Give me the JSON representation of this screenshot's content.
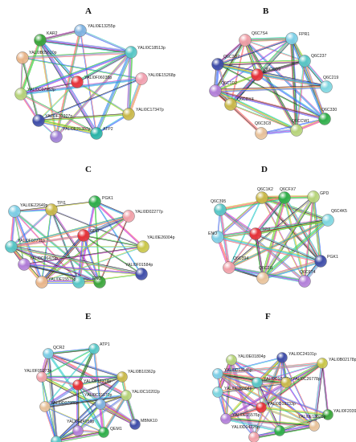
{
  "panels": [
    {
      "letter": "A",
      "nodes": [
        {
          "label": "KAR2",
          "color": "#3ba53b"
        },
        {
          "label": "YALI0E13255p",
          "color": "#7fb2e0"
        },
        {
          "label": "YALI0B05610p",
          "color": "#e8b58a"
        },
        {
          "label": "YALI0C18513p",
          "color": "#58c6c6"
        },
        {
          "label": "YALI0F06035p",
          "color": "#e6333a"
        },
        {
          "label": "YALI0E15268p",
          "color": "#f0a0b0"
        },
        {
          "label": "YALI0C07953p",
          "color": "#b6d37a"
        },
        {
          "label": "YALI0F31207p",
          "color": "#3f4da8"
        },
        {
          "label": "YALI0E21307p",
          "color": "#9e7fd4"
        },
        {
          "label": "ATP2",
          "color": "#28b2a6"
        },
        {
          "label": "YALI0C17347p",
          "color": "#c9b84a"
        }
      ]
    },
    {
      "letter": "B",
      "nodes": [
        {
          "label": "Q6C7S4",
          "color": "#f0a0a8"
        },
        {
          "label": "FPR1",
          "color": "#7fcfe6"
        },
        {
          "label": "Q6C2D7",
          "color": "#3f4da8"
        },
        {
          "label": "Q6C237",
          "color": "#58c6c6"
        },
        {
          "label": "Q6CCD9",
          "color": "#e6333a"
        },
        {
          "label": "Q6C1D2",
          "color": "#b27fd8"
        },
        {
          "label": "Q6C219",
          "color": "#7fd6e0"
        },
        {
          "label": "Q6CDY4",
          "color": "#c9b84a"
        },
        {
          "label": "Q6C330",
          "color": "#2fae4a"
        },
        {
          "label": "Q6C3C8",
          "color": "#e8c29a"
        },
        {
          "label": "Q6CCW1",
          "color": "#b6d37a"
        }
      ]
    },
    {
      "letter": "C",
      "nodes": [
        {
          "label": "TPI1",
          "color": "#c9b84a"
        },
        {
          "label": "PGK1",
          "color": "#2fae4a"
        },
        {
          "label": "YALI0E22649p",
          "color": "#7fcfe6"
        },
        {
          "label": "YALI0D02277p",
          "color": "#f0a0a8"
        },
        {
          "label": "GPD",
          "color": "#e6333a"
        },
        {
          "label": "YALI0F07711p",
          "color": "#58c6c6"
        },
        {
          "label": "YALI0E26004p",
          "color": "#c9c64a"
        },
        {
          "label": "YALI0C06479p",
          "color": "#b27fd8"
        },
        {
          "label": "YALI0F01584p",
          "color": "#3f4da8"
        },
        {
          "label": "YALI0E15576p",
          "color": "#58c6c6"
        },
        {
          "label": "ENO",
          "color": "#3ba53b"
        },
        {
          "label": "",
          "color": "#e8b58a"
        }
      ]
    },
    {
      "letter": "D",
      "nodes": [
        {
          "label": "Q6C1K2",
          "color": "#c9b84a"
        },
        {
          "label": "Q6CFX7",
          "color": "#2fae4a"
        },
        {
          "label": "GPD",
          "color": "#b6d37a"
        },
        {
          "label": "Q6C395",
          "color": "#58c6c6"
        },
        {
          "label": "Q6C4K5",
          "color": "#7fd6e0"
        },
        {
          "label": "ENO",
          "color": "#7fcfe6"
        },
        {
          "label": "TPI1",
          "color": "#e6333a"
        },
        {
          "label": "PGK1",
          "color": "#3f4da8"
        },
        {
          "label": "Q6C394",
          "color": "#f0a0a8"
        },
        {
          "label": "Q6C2I1",
          "color": "#e8c29a"
        },
        {
          "label": "Q6C6T4",
          "color": "#b27fd8"
        }
      ]
    },
    {
      "letter": "E",
      "nodes": [
        {
          "label": "QCR2",
          "color": "#7fcfe6"
        },
        {
          "label": "ATP1",
          "color": "#58c6c6"
        },
        {
          "label": "YALI0F05973p",
          "color": "#f0a0a8"
        },
        {
          "label": "YALI0B10362p",
          "color": "#c9b84a"
        },
        {
          "label": "YALI0F17314p",
          "color": "#e6333a"
        },
        {
          "label": "YALI0C10202p",
          "color": "#b6d37a"
        },
        {
          "label": "YALI0D07986p",
          "color": "#e8c29a"
        },
        {
          "label": "YALI0C31170p",
          "color": "#7fb2e0"
        },
        {
          "label": "MBNK10",
          "color": "#3f4da8"
        },
        {
          "label": "YALI0F24959p",
          "color": "#b27fd8"
        },
        {
          "label": "QEM1",
          "color": "#2fae4a"
        },
        {
          "label": "",
          "color": "#58c6c6"
        }
      ]
    },
    {
      "letter": "F",
      "nodes": [
        {
          "label": "YALI0E01804p",
          "color": "#b6d37a"
        },
        {
          "label": "YALI0C24101p",
          "color": "#3f4da8"
        },
        {
          "label": "YALI0B02178p",
          "color": "#c9c64a"
        },
        {
          "label": "YALI0D13145p",
          "color": "#7fcfe6"
        },
        {
          "label": "YALI0C10955p",
          "color": "#58c6c6"
        },
        {
          "label": "YALI0C26778p",
          "color": "#c9b84a"
        },
        {
          "label": "YALI0E26004p",
          "color": "#7fd6e0"
        },
        {
          "label": "YALI0F20397p",
          "color": "#3ba53b"
        },
        {
          "label": "YALI0E15576p",
          "color": "#b27fd8"
        },
        {
          "label": "YALI0D19233p",
          "color": "#e6333a"
        },
        {
          "label": "YALI0E13826p",
          "color": "#e8c29a"
        },
        {
          "label": "YALI0D04226p",
          "color": "#2fae4a"
        },
        {
          "label": "",
          "color": "#f0a0a8"
        }
      ]
    }
  ],
  "edge_colors": [
    "#33cc33",
    "#cc33cc",
    "#3366ff",
    "#222222",
    "#cccc33",
    "#33cccc",
    "#ff6666",
    "#9999cc"
  ]
}
